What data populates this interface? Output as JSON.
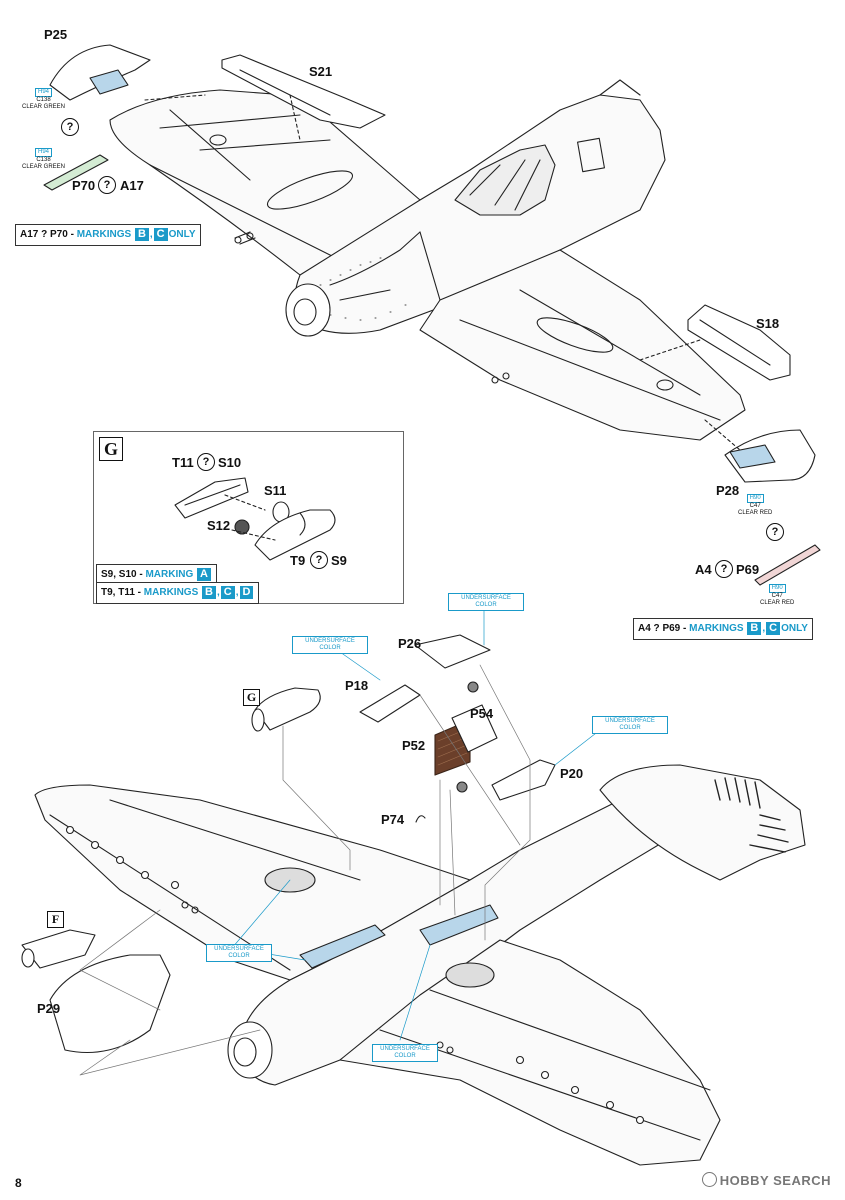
{
  "page": {
    "number": "8"
  },
  "parts": {
    "p25": "P25",
    "s21": "S21",
    "s18": "S18",
    "p28": "P28",
    "p70": "P70",
    "a17": "A17",
    "a4": "A4",
    "p69": "P69",
    "t11": "T11",
    "s10": "S10",
    "s11": "S11",
    "s12": "S12",
    "t9": "T9",
    "s9": "S9",
    "p26": "P26",
    "p18": "P18",
    "p54": "P54",
    "p52": "P52",
    "p20": "P20",
    "p74": "P74",
    "p29": "P29"
  },
  "paint": {
    "green1": {
      "code": "H94",
      "c": "C138",
      "name": "CLEAR GREEN"
    },
    "green2": {
      "code": "H94",
      "c": "C138",
      "name": "CLEAR GREEN"
    },
    "red1": {
      "code": "H90",
      "c": "C47",
      "name": "CLEAR RED"
    },
    "red2": {
      "code": "H90",
      "c": "C47",
      "name": "CLEAR RED"
    }
  },
  "colors": {
    "undersurface": "UNDERSURFACE COLOR",
    "accent": "#1a9ac9",
    "clear_part": "#b8d6ea"
  },
  "sections": {
    "g": "G",
    "f": "F"
  },
  "question_mark": "?",
  "notes": {
    "a17_p70": {
      "prefix": "A17 ? P70 - ",
      "markings": "MARKINGS",
      "m1": "B",
      "sep": ",",
      "m2": "C",
      "suffix": "ONLY"
    },
    "s9_s10": {
      "prefix": "S9, S10 - ",
      "markings": "MARKING",
      "m1": "A"
    },
    "t9_t11": {
      "prefix": "T9, T11 - ",
      "markings": "MARKINGS",
      "m1": "B",
      "sep1": ",",
      "m2": "C",
      "sep2": ",",
      "m3": "D"
    },
    "a4_p69": {
      "prefix": "A4 ? P69 - ",
      "markings": "MARKINGS",
      "m1": "B",
      "sep": ",",
      "m2": "C",
      "suffix": "ONLY"
    }
  },
  "watermark": {
    "text": "HOBBY SEARCH"
  }
}
